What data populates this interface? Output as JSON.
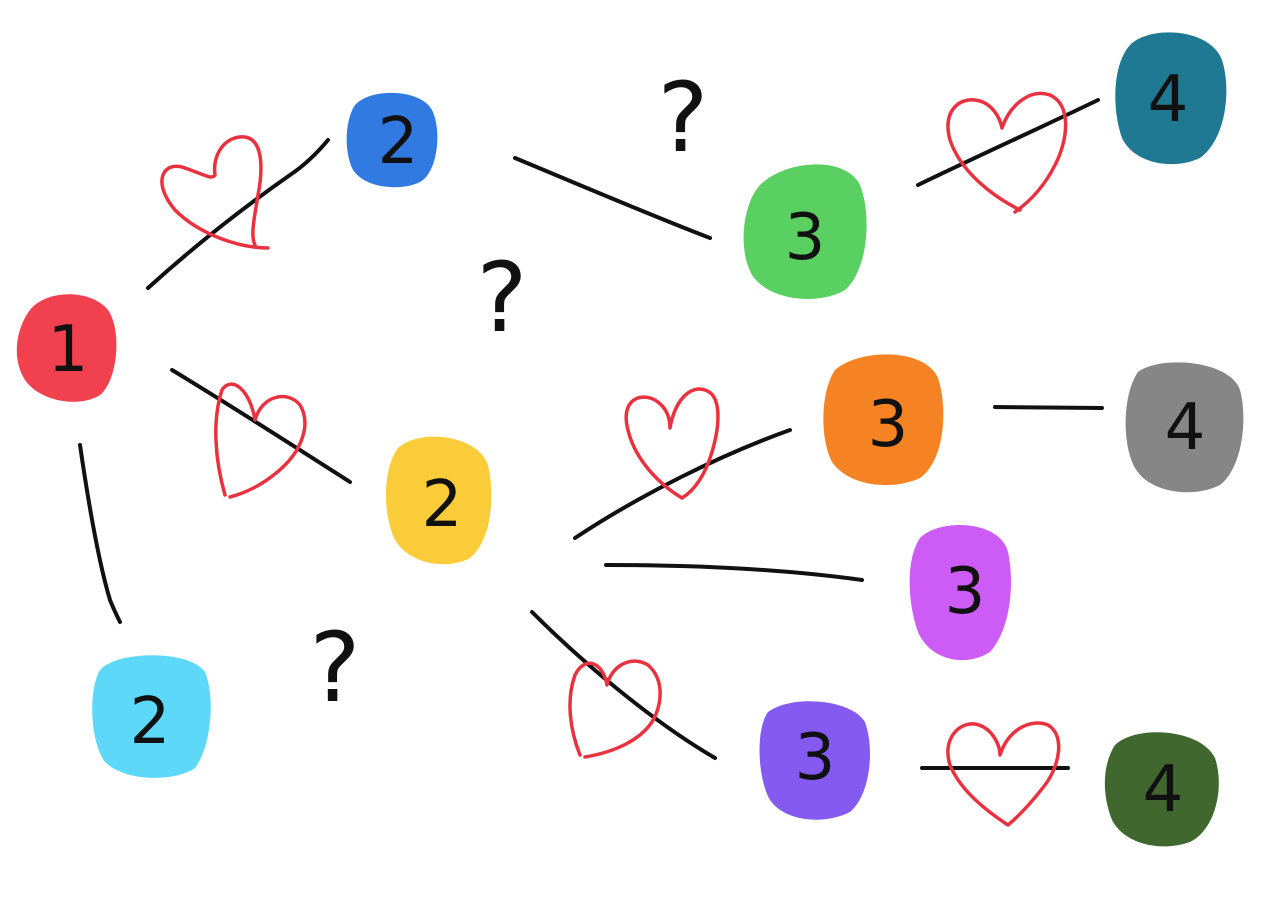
{
  "nodes": [
    {
      "id": "n1",
      "label": "1",
      "color": "#f0303f"
    },
    {
      "id": "n2a",
      "label": "2",
      "color": "#1f6fe0"
    },
    {
      "id": "n2b",
      "label": "2",
      "color": "#fbc828"
    },
    {
      "id": "n2c",
      "label": "2",
      "color": "#4fd5f7"
    },
    {
      "id": "n3a",
      "label": "3",
      "color": "#4ccb55"
    },
    {
      "id": "n3b",
      "label": "3",
      "color": "#f57810"
    },
    {
      "id": "n3c",
      "label": "3",
      "color": "#c94ef5"
    },
    {
      "id": "n3d",
      "label": "3",
      "color": "#7a4cf0"
    },
    {
      "id": "n4a",
      "label": "4",
      "color": "#0c6e8a"
    },
    {
      "id": "n4b",
      "label": "4",
      "color": "#7c7c7c"
    },
    {
      "id": "n4c",
      "label": "4",
      "color": "#2f5a1c"
    }
  ],
  "edges": [
    {
      "from": "n1",
      "to": "n2a",
      "heart": true
    },
    {
      "from": "n1",
      "to": "n2b",
      "heart": true
    },
    {
      "from": "n1",
      "to": "n2c",
      "heart": false
    },
    {
      "from": "n2a",
      "to": "n3a",
      "heart": false
    },
    {
      "from": "n3a",
      "to": "n4a",
      "heart": true
    },
    {
      "from": "n2b",
      "to": "n3b",
      "heart": true
    },
    {
      "from": "n2b",
      "to": "n3c",
      "heart": false
    },
    {
      "from": "n2b",
      "to": "n3d",
      "heart": true
    },
    {
      "from": "n3b",
      "to": "n4b",
      "heart": false
    },
    {
      "from": "n3d",
      "to": "n4c",
      "heart": true
    }
  ],
  "question_marks": [
    "?",
    "?",
    "?"
  ]
}
